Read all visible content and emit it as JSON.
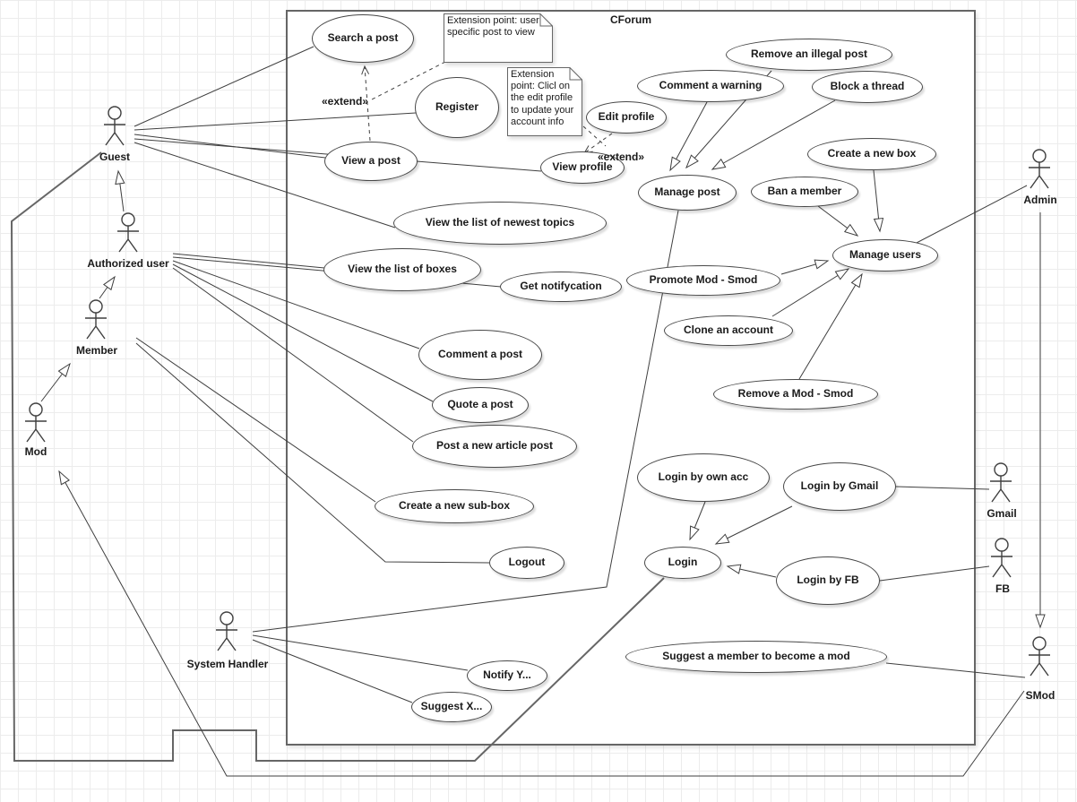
{
  "title": "CForum",
  "actors": {
    "guest": "Guest",
    "authorized_user": "Authorized user",
    "member": "Member",
    "mod": "Mod",
    "system_handler": "System Handler",
    "admin": "Admin",
    "gmail": "Gmail",
    "fb": "FB",
    "smod": "SMod"
  },
  "use_cases": {
    "search_post": "Search a post",
    "register": "Register",
    "view_post": "View a post",
    "edit_profile": "Edit profile",
    "view_profile": "View profile",
    "view_newest_topics": "View the list of  newest topics",
    "view_boxes": "View the list of boxes",
    "get_notification": "Get notifycation",
    "comment_post": "Comment a post",
    "quote_post": "Quote a post",
    "post_article": "Post a new article post",
    "create_subbox": "Create a new sub-box",
    "logout": "Logout",
    "comment_warning": "Comment a warning",
    "remove_illegal_post": "Remove an illegal post",
    "block_thread": "Block a thread",
    "manage_post": "Manage post",
    "ban_member": "Ban a member",
    "create_box": "Create a new box",
    "manage_users": "Manage users",
    "promote_mod": "Promote Mod - Smod",
    "clone_account": "Clone an account",
    "remove_mod": "Remove a Mod - Smod",
    "login_own": "Login by own acc",
    "login_gmail": "Login by Gmail",
    "login": "Login",
    "login_fb": "Login by FB",
    "suggest_member_mod": "Suggest a member to become a mod",
    "notify_y": "Notify Y...",
    "suggest_x": "Suggest X..."
  },
  "notes": {
    "note1": "Extension point: user specific post to view",
    "note2": "Extension point: Clicl on the edit profile to update your account info"
  },
  "labels": {
    "extend1": "«extend»",
    "extend2": "«extend»"
  },
  "colors": {
    "stroke": "#3f3f3f",
    "boundary": "#666666",
    "shape_fill": "#ffffff",
    "background": "#ffffff",
    "grid": "#ececec"
  }
}
